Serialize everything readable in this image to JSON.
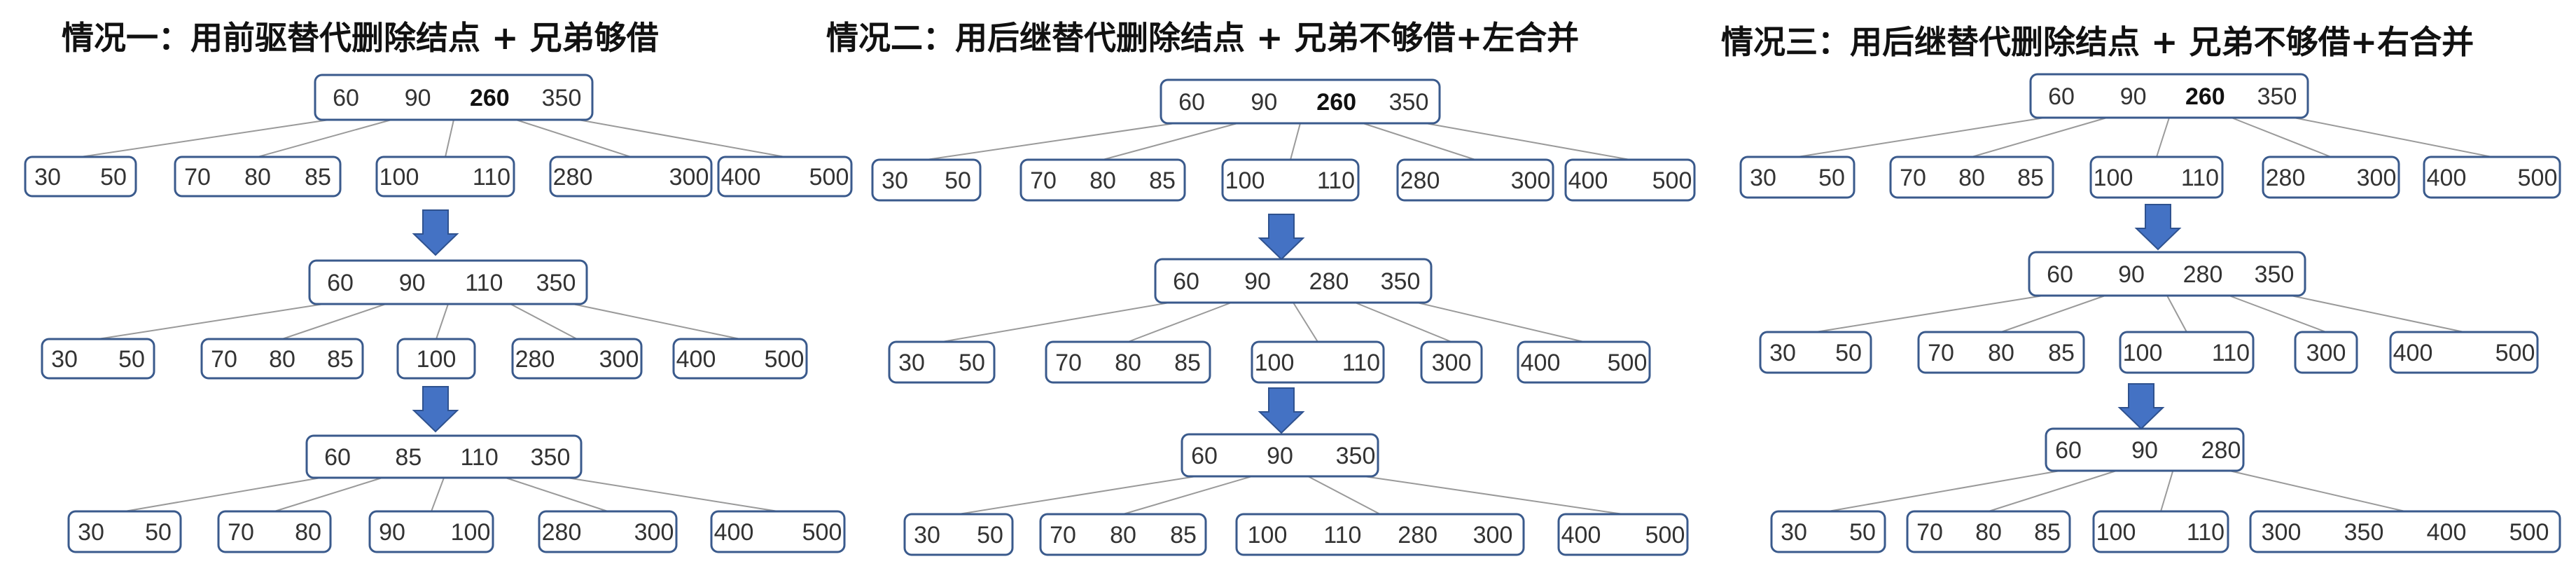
{
  "cases": [
    {
      "title": "情况一：用前驱替代删除结点 + 兄弟够借",
      "levels": [
        {
          "root": {
            "keys": [
              "60",
              "90",
              "260",
              "350"
            ],
            "bold_key": "260"
          },
          "children": [
            [
              "30",
              "50"
            ],
            [
              "70",
              "80",
              "85"
            ],
            [
              "100",
              "110"
            ],
            [
              "280",
              "300"
            ],
            [
              "400",
              "500"
            ]
          ]
        },
        {
          "root": {
            "keys": [
              "60",
              "90",
              "110",
              "350"
            ]
          },
          "children": [
            [
              "30",
              "50"
            ],
            [
              "70",
              "80",
              "85"
            ],
            [
              "100"
            ],
            [
              "280",
              "300"
            ],
            [
              "400",
              "500"
            ]
          ]
        },
        {
          "root": {
            "keys": [
              "60",
              "85",
              "110",
              "350"
            ]
          },
          "children": [
            [
              "30",
              "50"
            ],
            [
              "70",
              "80"
            ],
            [
              "90",
              "100"
            ],
            [
              "280",
              "300"
            ],
            [
              "400",
              "500"
            ]
          ]
        }
      ]
    },
    {
      "title": "情况二：用后继替代删除结点 + 兄弟不够借+左合并",
      "levels": [
        {
          "root": {
            "keys": [
              "60",
              "90",
              "260",
              "350"
            ],
            "bold_key": "260"
          },
          "children": [
            [
              "30",
              "50"
            ],
            [
              "70",
              "80",
              "85"
            ],
            [
              "100",
              "110"
            ],
            [
              "280",
              "300"
            ],
            [
              "400",
              "500"
            ]
          ]
        },
        {
          "root": {
            "keys": [
              "60",
              "90",
              "280",
              "350"
            ]
          },
          "children": [
            [
              "30",
              "50"
            ],
            [
              "70",
              "80",
              "85"
            ],
            [
              "100",
              "110"
            ],
            [
              "300"
            ],
            [
              "400",
              "500"
            ]
          ]
        },
        {
          "root": {
            "keys": [
              "60",
              "90",
              "350"
            ]
          },
          "children": [
            [
              "30",
              "50"
            ],
            [
              "70",
              "80",
              "85"
            ],
            [
              "100",
              "110",
              "280",
              "300"
            ],
            [
              "400",
              "500"
            ]
          ]
        }
      ]
    },
    {
      "title": "情况三：用后继替代删除结点 + 兄弟不够借+右合并",
      "levels": [
        {
          "root": {
            "keys": [
              "60",
              "90",
              "260",
              "350"
            ],
            "bold_key": "260"
          },
          "children": [
            [
              "30",
              "50"
            ],
            [
              "70",
              "80",
              "85"
            ],
            [
              "100",
              "110"
            ],
            [
              "280",
              "300"
            ],
            [
              "400",
              "500"
            ]
          ]
        },
        {
          "root": {
            "keys": [
              "60",
              "90",
              "280",
              "350"
            ]
          },
          "children": [
            [
              "30",
              "50"
            ],
            [
              "70",
              "80",
              "85"
            ],
            [
              "100",
              "110"
            ],
            [
              "300"
            ],
            [
              "400",
              "500"
            ]
          ]
        },
        {
          "root": {
            "keys": [
              "60",
              "90",
              "280"
            ]
          },
          "children": [
            [
              "30",
              "50"
            ],
            [
              "70",
              "80",
              "85"
            ],
            [
              "100",
              "110"
            ],
            [
              "300",
              "350",
              "400",
              "500"
            ]
          ]
        }
      ]
    }
  ]
}
